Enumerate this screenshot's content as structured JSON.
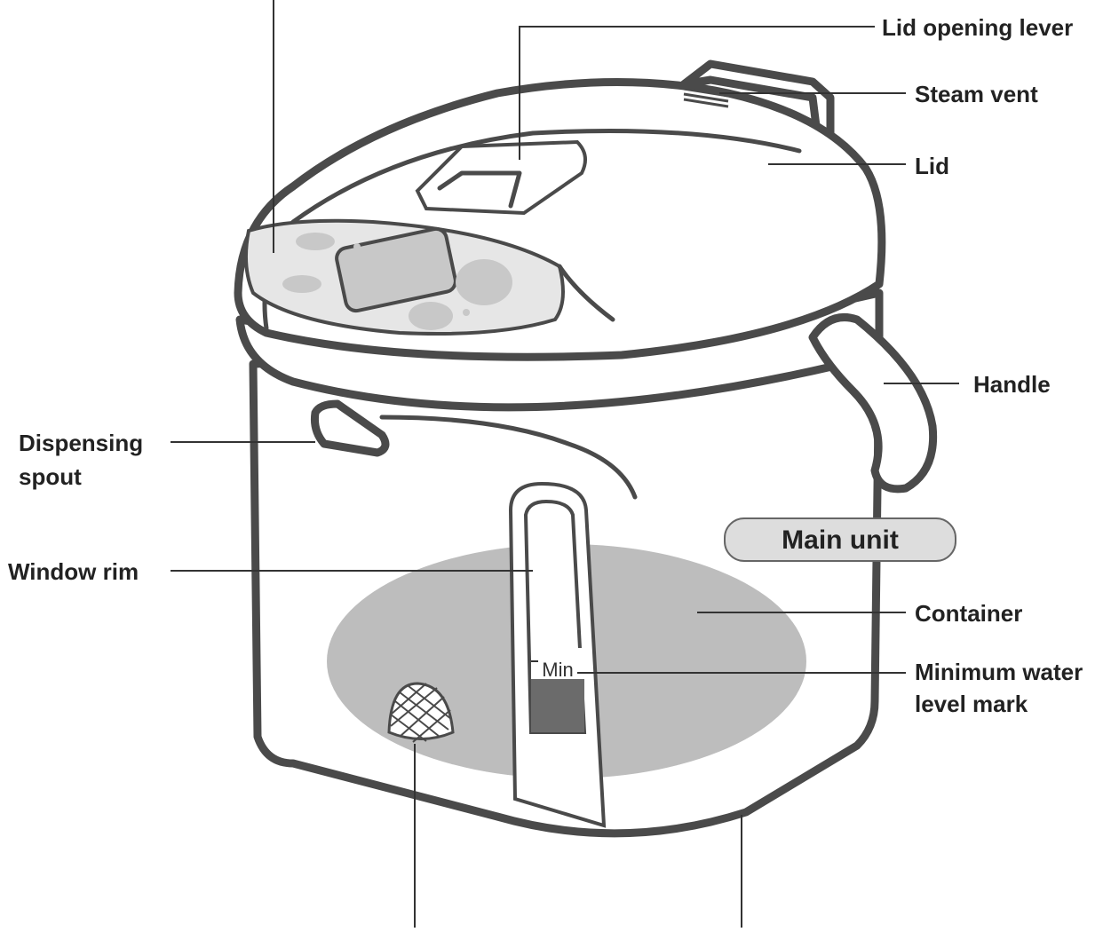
{
  "labels": {
    "lid_opening_lever": "Lid opening lever",
    "steam_vent": "Steam vent",
    "lid": "Lid",
    "handle": "Handle",
    "dispensing_spout_line1": "Dispensing",
    "dispensing_spout_line2": "spout",
    "window_rim": "Window rim",
    "container": "Container",
    "minimum_water_line1": "Minimum water",
    "minimum_water_line2": "level mark",
    "main_unit": "Main unit",
    "min_mark": "Min"
  },
  "colors": {
    "outline": "#4a4a4a",
    "panel_fill": "#e6e6e6",
    "panel_button": "#c8c8c8",
    "container_fill": "#bdbdbd",
    "window_dark": "#6b6b6b",
    "badge_fill": "#dddddd"
  }
}
